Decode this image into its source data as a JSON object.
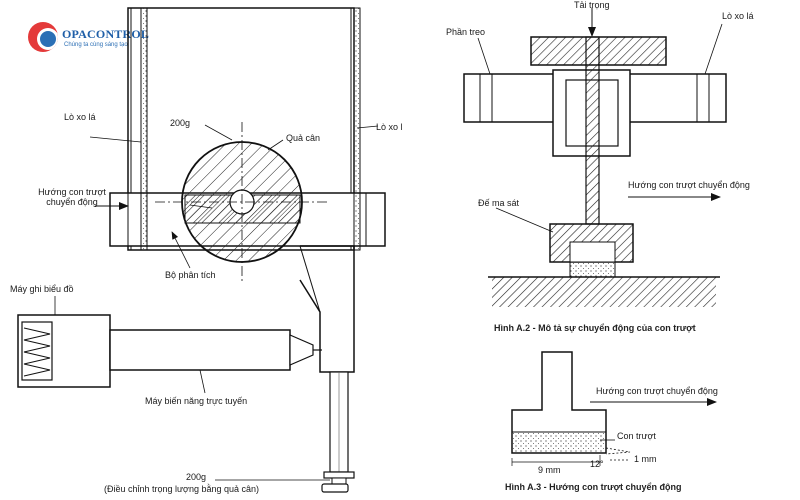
{
  "logo": {
    "name": "OPACONTROL",
    "tagline": "Chúng ta cùng sáng tạo"
  },
  "figure_main": {
    "labels": {
      "leaf_spring_left": "Lò xo lá",
      "leaf_spring_right": "Lò xo l",
      "weight_200g": "200g",
      "counter_weight": "Quả cân",
      "slider_direction_line1": "Hướng con trượt",
      "slider_direction_line2": "chuyển động",
      "analyzer": "Bộ phân tích",
      "chart_recorder": "Máy ghi biểu đồ",
      "linear_transducer": "Máy biến năng trực tuyến",
      "adjust_weight": "200g",
      "adjust_note": "(Điều chỉnh trọng lượng bằng quả cân)"
    }
  },
  "figure_a2": {
    "labels": {
      "load": "Tải trọng",
      "suspension": "Phần treo",
      "leaf_spring": "Lò xo lá",
      "slider_direction": "Hướng con trượt chuyển động",
      "friction_base": "Đế ma sát"
    },
    "caption": "Hình A.2 - Mô tả sự chuyển động của con trượt"
  },
  "figure_a3": {
    "labels": {
      "slider_direction": "Hướng con trượt chuyển động",
      "slider": "Con trượt",
      "dim_9mm": "9 mm",
      "dim_12deg": "12°",
      "dim_1mm": "1 mm"
    },
    "caption": "Hình A.3 - Hướng con trượt chuyển động"
  }
}
